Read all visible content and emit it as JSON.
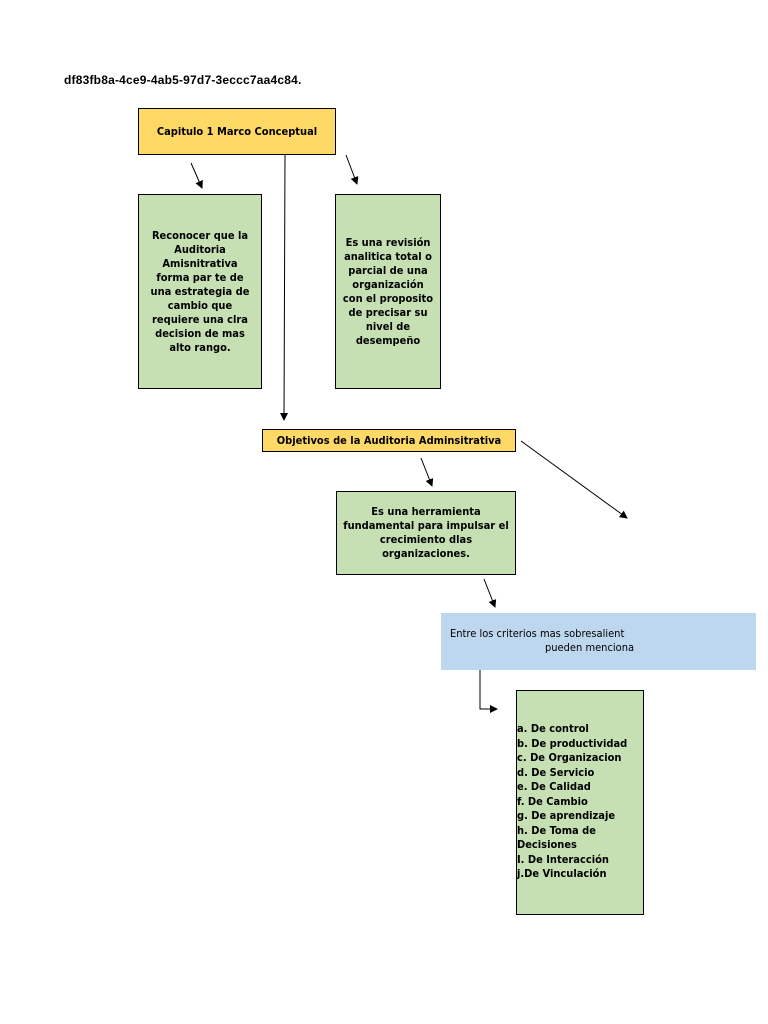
{
  "document": {
    "id_text": "df83fb8a-4ce9-4ab5-97d7-3eccc7aa4c84."
  },
  "nodes": {
    "capitulo": {
      "text": "Capitulo 1 Marco Conceptual",
      "color": "#fed966"
    },
    "reconocer": {
      "text": "Reconocer que la Auditoria Amisnitrativa forma par te de una estrategia de cambio que requiere una clra decision de mas alto rango.",
      "color": "#c6e0b4"
    },
    "revision": {
      "text": "Es una revisión analitica total o parcial de una organización con el proposito de precisar su nivel de desempeño",
      "color": "#c6e0b4"
    },
    "objetivos": {
      "text": "Objetivos de la Auditoria Adminsitrativa",
      "color": "#fed966"
    },
    "herramienta": {
      "text": "Es una herramienta fundamental para impulsar el crecimiento dlas organizaciones.",
      "color": "#c6e0b4"
    },
    "criterios": {
      "line1": "Entre los criterios mas sobresalient",
      "line2": "pueden menciona",
      "color": "#bdd7ee"
    },
    "lista": {
      "items": [
        "a. De control",
        "b. De productividad",
        "c. De Organizacion",
        "d. De Servicio",
        "e. De Calidad",
        "f. De Cambio",
        "g. De aprendizaje",
        "h. De Toma de\nDecisiones",
        "I. De Interacción",
        "j.De Vinculación"
      ],
      "color": "#c6e0b4"
    }
  }
}
